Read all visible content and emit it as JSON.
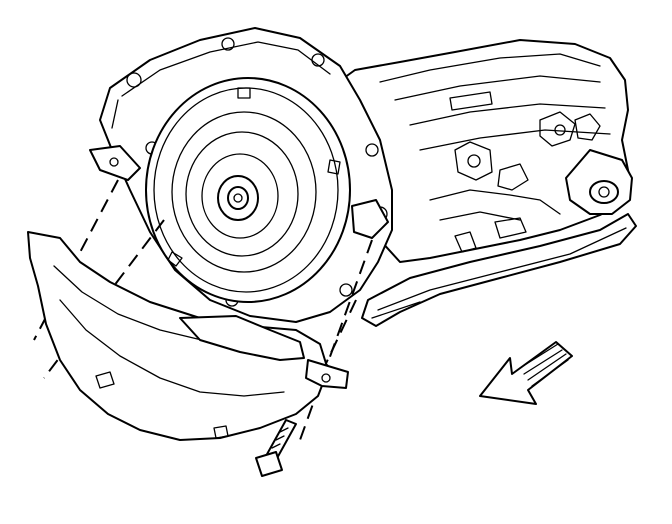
{
  "figure": {
    "subject": "transmission-torque-converter-cover-installation",
    "colors": {
      "line": "#000000",
      "background": "#ffffff"
    },
    "parts": [
      "transmission-case",
      "bell-housing",
      "torque-converter",
      "oil-pan",
      "converter-cover",
      "cover-bolt",
      "alignment-dashed-lines",
      "front-direction-arrow"
    ]
  }
}
